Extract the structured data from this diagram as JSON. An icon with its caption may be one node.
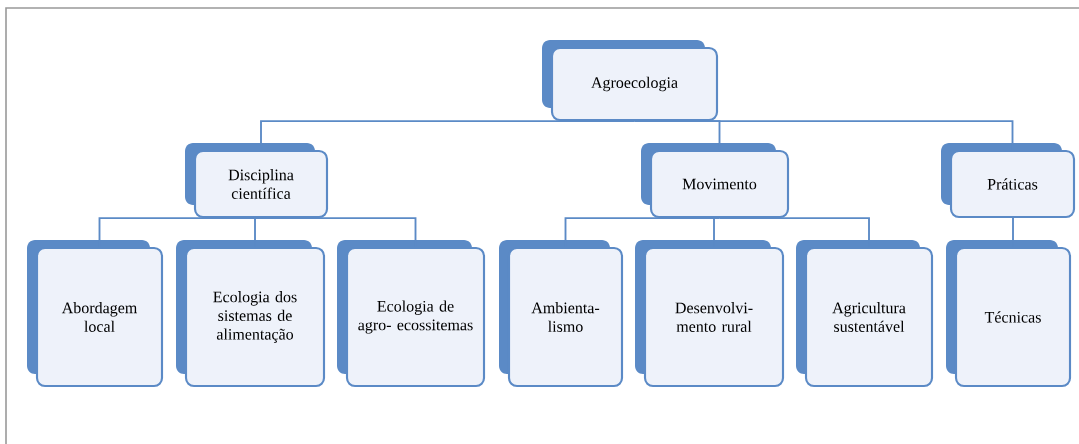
{
  "diagram": {
    "nodes": [
      {
        "text": [
          "Agroecologia"
        ]
      },
      {
        "text": [
          "Disciplina científica"
        ]
      },
      {
        "text": [
          "Movimento"
        ]
      },
      {
        "text": [
          "Práticas"
        ]
      },
      {
        "text": [
          "Abordagem local"
        ]
      },
      {
        "text": [
          "Ecologia dos sistemas de alimentação"
        ]
      },
      {
        "text": [
          "Ecologia de agro- ecossitemas"
        ]
      },
      {
        "text": [
          "Ambienta- lismo"
        ]
      },
      {
        "text": [
          "Desenvolvi- mento rural"
        ]
      },
      {
        "text": [
          "Agricultura sustentável"
        ]
      },
      {
        "text": [
          "Técnicas"
        ]
      }
    ],
    "edges": [
      {
        "from": 0,
        "to": 1,
        "arrow": "none"
      },
      {
        "from": 0,
        "to": 2,
        "arrow": "none"
      },
      {
        "from": 0,
        "to": 3,
        "arrow": "none"
      },
      {
        "from": 1,
        "to": 4,
        "arrow": "none"
      },
      {
        "from": 1,
        "to": 5,
        "arrow": "none"
      },
      {
        "from": 1,
        "to": 6,
        "arrow": "none"
      },
      {
        "from": 2,
        "to": 7,
        "arrow": "none"
      },
      {
        "from": 2,
        "to": 8,
        "arrow": "none"
      },
      {
        "from": 2,
        "to": 9,
        "arrow": "none"
      },
      {
        "from": 3,
        "to": 10,
        "arrow": "none"
      }
    ]
  }
}
